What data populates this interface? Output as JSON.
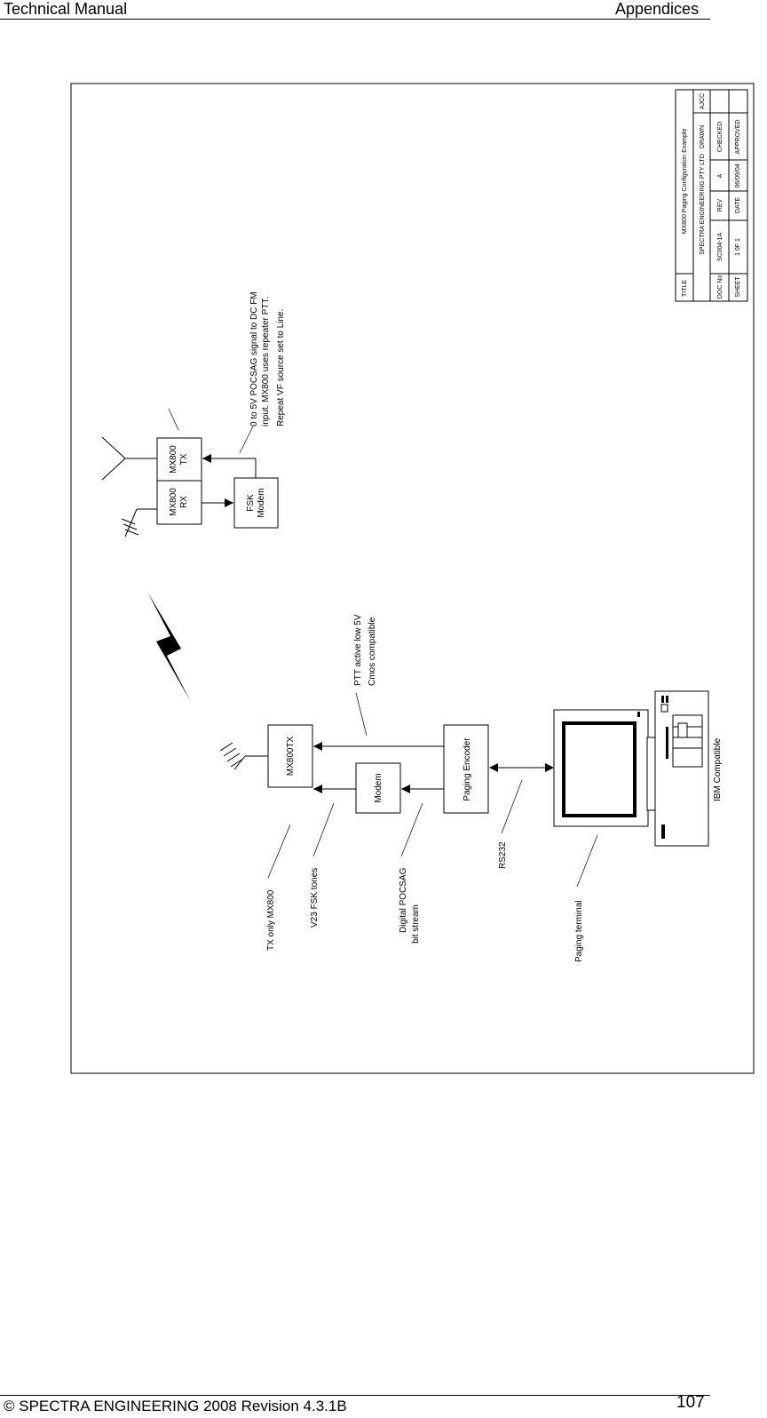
{
  "header": {
    "left": "Technical Manual",
    "right": "Appendices"
  },
  "footer": {
    "left": "© SPECTRA ENGINEERING 2008 Revision 4.3.1B",
    "page": "107"
  },
  "diagram": {
    "blocks": {
      "mx800tx": "MX800TX",
      "modem": "Modem",
      "paging_encoder": "Paging Encoder",
      "mx800_rx_l1": "MX800",
      "mx800_rx_l2": "RX",
      "mx800_tx_l1": "MX800",
      "mx800_tx_l2": "TX",
      "fsk_l1": "FSK",
      "fsk_l2": "Modem",
      "ibm": "IBM Compatible"
    },
    "annotations": {
      "tx_only": "TX only MX800",
      "v23": "V23 FSK tones",
      "digital_l1": "Digital POCSAG",
      "digital_l2": "bit stream",
      "rs232": "RS232",
      "paging_terminal": "Paging terminal",
      "ptt_l1": "PTT active low 5V",
      "ptt_l2": "Cmos compatible",
      "pocsag_l1": "0 to 5V POCSAG signal to DC FM",
      "pocsag_l2": "input.  MX800 uses repeater PTT.",
      "pocsag_l3": "Repeat VF source set to Line."
    },
    "title_block": {
      "title_label": "TITLE",
      "title_value": "MX800 Paging Configuration Example",
      "company": "SPECTRA ENGINEERING PTY LTD",
      "drawn_label": "DRAWN",
      "drawn_value": "AJCC",
      "doc_label": "DOC No",
      "doc_value": "SC004-1A",
      "rev_label": "REV",
      "rev_value": "A",
      "checked_label": "CHECKED",
      "sheet_label": "SHEET",
      "sheet_value": "1 0F 1",
      "date_label": "DATE",
      "date_value": "06/09/04",
      "approved_label": "APPROVED"
    }
  }
}
